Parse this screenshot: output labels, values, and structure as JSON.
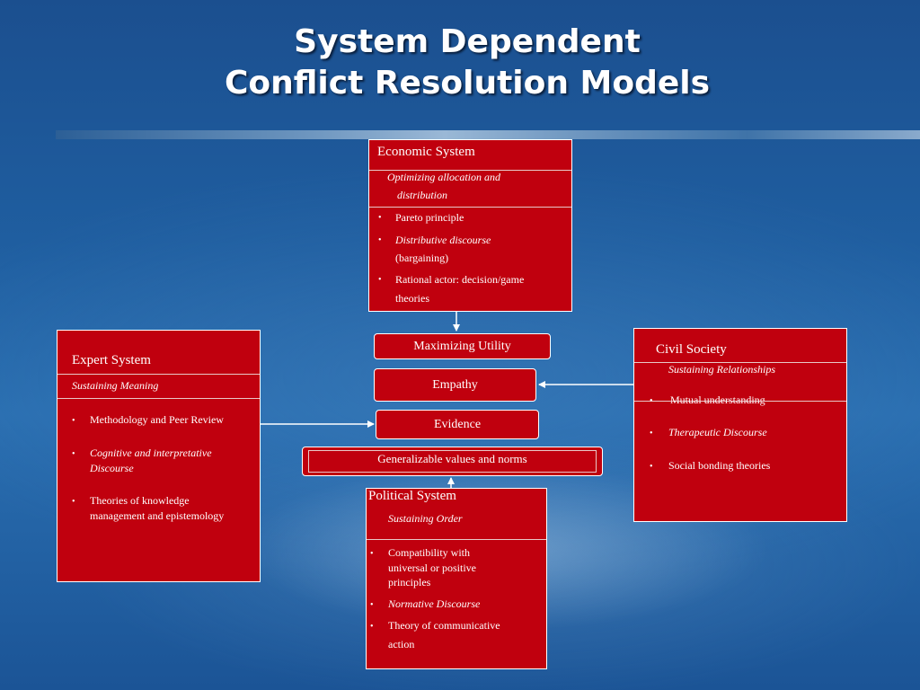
{
  "title": {
    "line1": "System Dependent",
    "line2": "Conflict Resolution Models"
  },
  "economic": {
    "header": "Economic System",
    "subtitle_line1": "Optimizing allocation and",
    "subtitle_line2": "distribution",
    "items": [
      {
        "line1": "Pareto principle"
      },
      {
        "line1": "Distributive discourse",
        "line2": "(bargaining)"
      },
      {
        "line1": "Rational actor: decision/game",
        "line2": "theories"
      }
    ]
  },
  "expert": {
    "header": "Expert System",
    "subtitle": "Sustaining Meaning",
    "items": [
      {
        "line1": "Methodology and Peer Review"
      },
      {
        "line1": "Cognitive and interpretative",
        "line2": "Discourse"
      },
      {
        "line1": "Theories of knowledge",
        "line2": "management and epistemology"
      }
    ]
  },
  "civil": {
    "header": "Civil Society",
    "subtitle": "Sustaining Relationships",
    "items": [
      {
        "line1": "Mutual understanding"
      },
      {
        "line1": "Therapeutic  Discourse"
      },
      {
        "line1": "Social bonding theories"
      }
    ]
  },
  "political": {
    "header": "Political System",
    "subtitle": "Sustaining Order",
    "items": [
      {
        "line1": "Compatibility with",
        "line2": "universal or positive",
        "line3": "principles"
      },
      {
        "line1": "Normative Discourse"
      },
      {
        "line1": "Theory of communicative",
        "line2": "action"
      }
    ]
  },
  "center": {
    "maximizing_utility": "Maximizing Utility",
    "empathy": "Empathy",
    "evidence": "Evidence",
    "generalizable": "Generalizable values and norms"
  },
  "bullet": "•",
  "colors": {
    "box_red": "#c0000e",
    "background_blue": "#1f5ea0",
    "text": "#ffffff"
  }
}
